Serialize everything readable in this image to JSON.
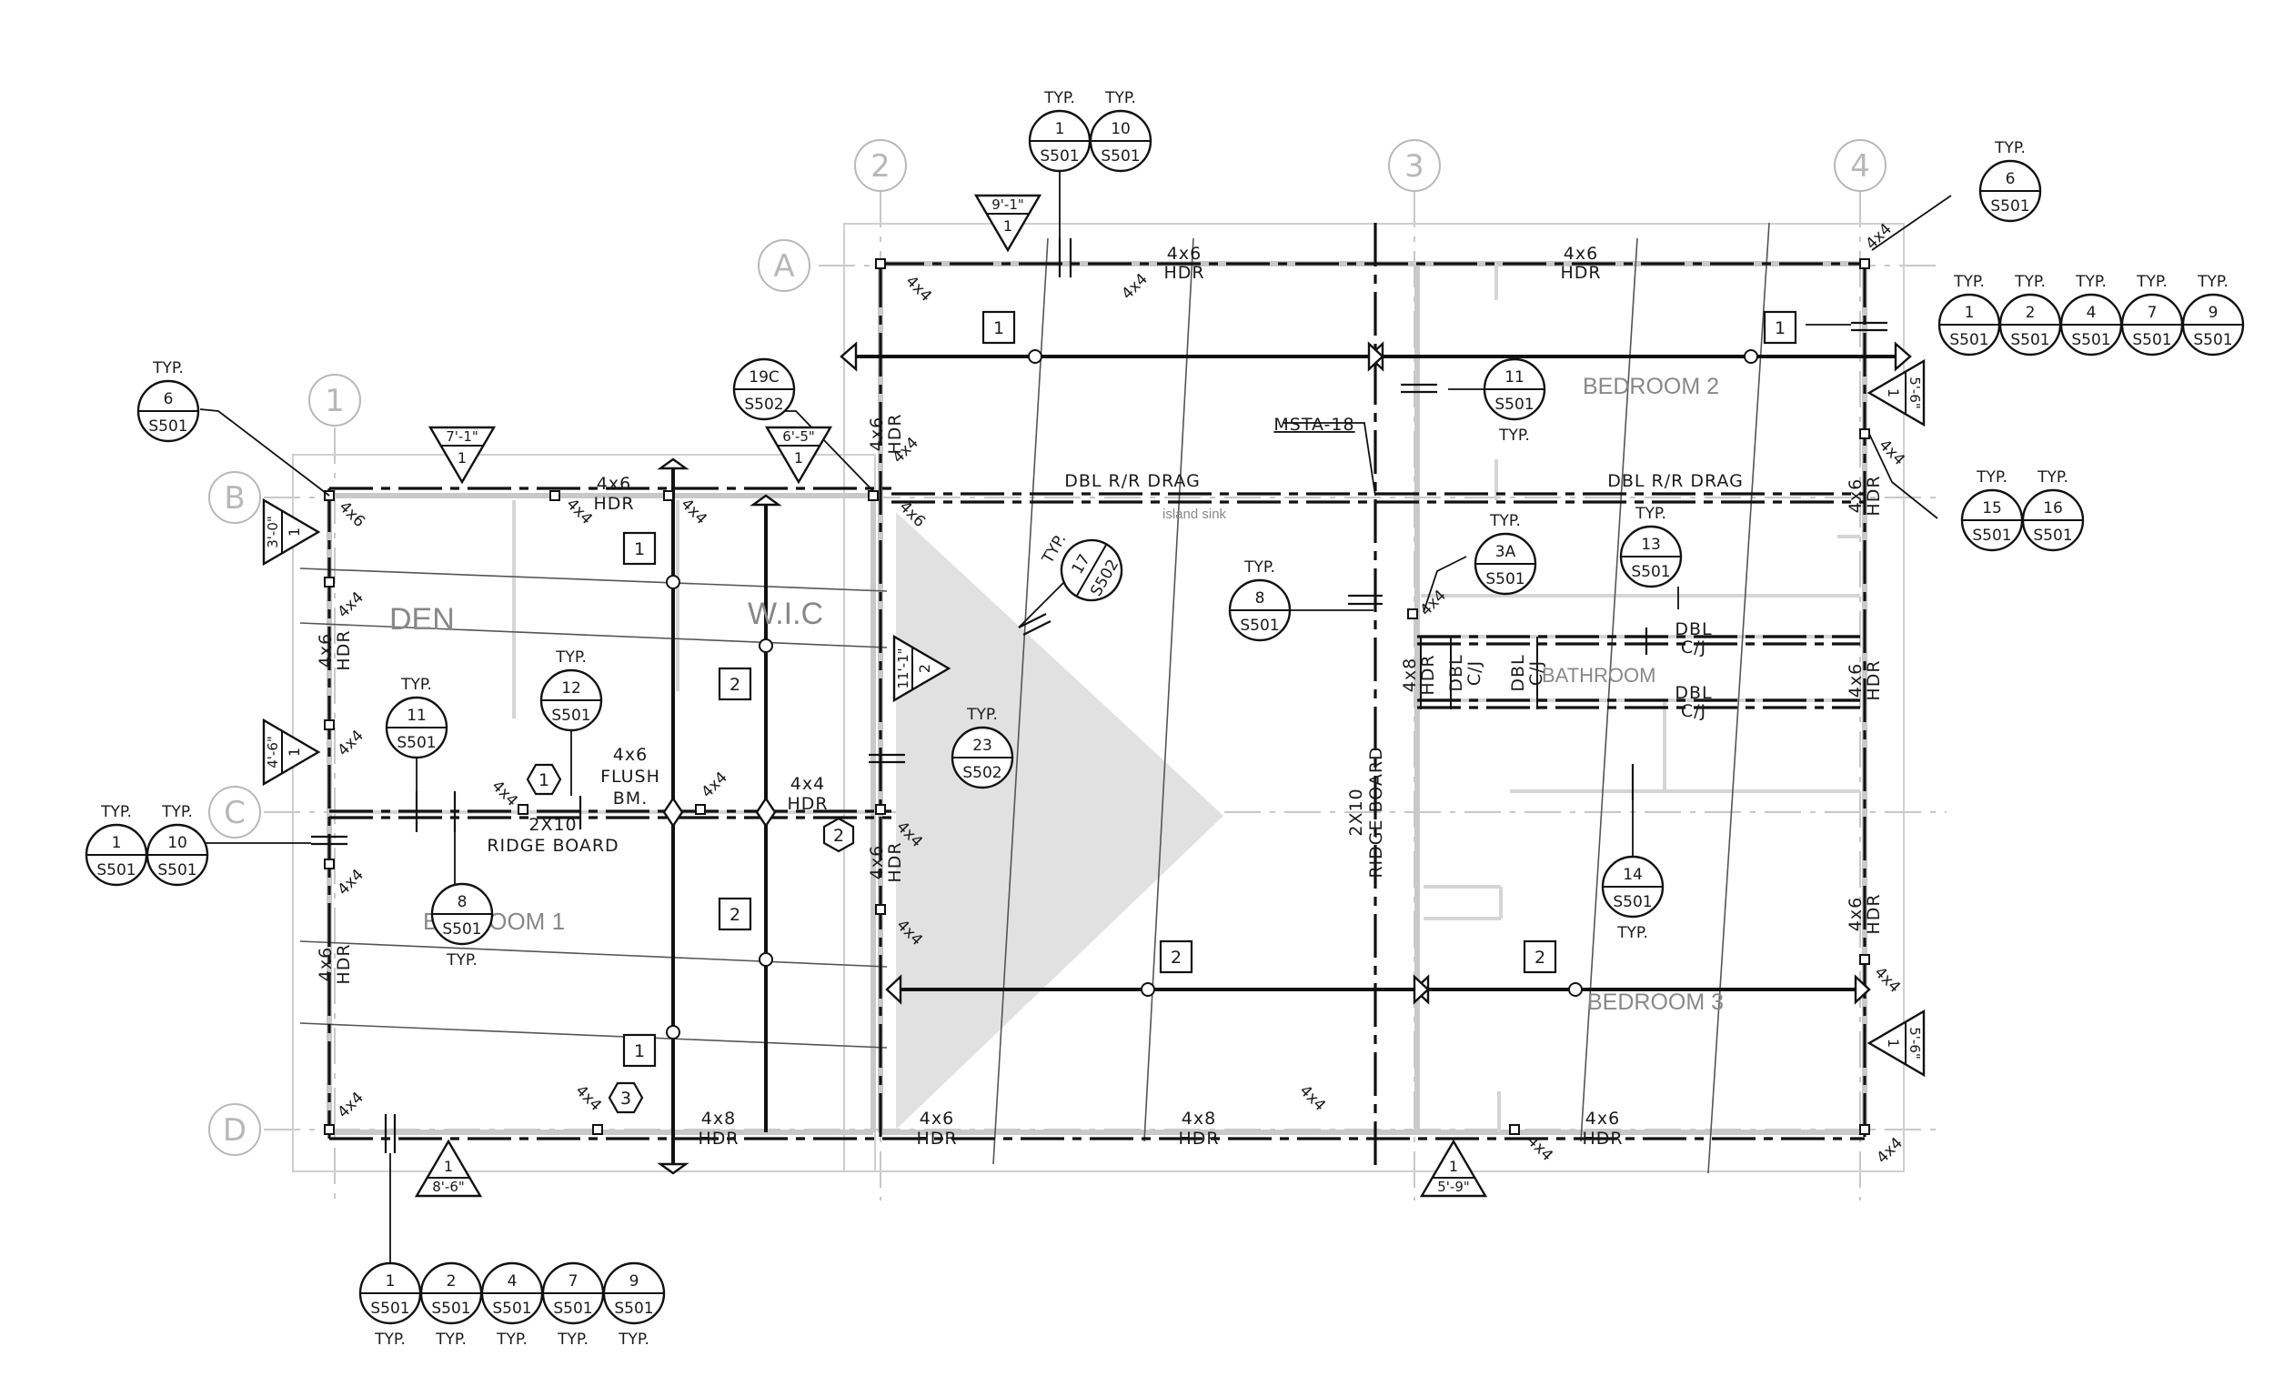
{
  "grid": {
    "columns": [
      "1",
      "2",
      "3",
      "4"
    ],
    "rows": [
      "A",
      "B",
      "C",
      "D"
    ]
  },
  "rooms": {
    "den": "DEN",
    "wic": "W.I.C",
    "bedroom1": "BEDROOM 1",
    "bedroom2": "BEDROOM 2",
    "bedroom3": "BEDROOM 3",
    "bathroom": "BATHROOM",
    "note": "island sink"
  },
  "labels": {
    "hdr_4x6": "4x6",
    "hdr": "HDR",
    "hdr_4x4": "4x4",
    "hdr_4x8": "4x8",
    "flush": "4x6",
    "flush2": "FLUSH",
    "flush3": "BM.",
    "ridge_2x10": "2X10",
    "ridge_board": "RIDGE BOARD",
    "dbl_drag": "DBL R/R DRAG",
    "msta": "MSTA-18",
    "dbl": "DBL",
    "cj": "C/J",
    "typ": "TYP.",
    "post_4x4": "4x4",
    "post_4x6": "4x6"
  },
  "callouts": {
    "sheet_s501": "S501",
    "sheet_s502": "S502",
    "n1": "1",
    "n2": "2",
    "n3A": "3A",
    "n4": "4",
    "n6": "6",
    "n7": "7",
    "n8": "8",
    "n9": "9",
    "n10": "10",
    "n11": "11",
    "n12": "12",
    "n13": "13",
    "n14": "14",
    "n15": "15",
    "n16": "16",
    "n17": "17",
    "n19C": "19C",
    "n23": "23"
  },
  "elevations": {
    "e1": "9'-1\"",
    "e2": "7'-1\"",
    "e3": "6'-5\"",
    "e4": "3'-0\"",
    "e5": "4'-6\"",
    "e6": "11'-1\"",
    "e7": "5'-6\"",
    "e8": "5'-6\"",
    "e9": "8'-6\"",
    "e10": "5'-9\"",
    "one": "1",
    "two": "2"
  },
  "marks": {
    "one": "1",
    "two": "2",
    "three": "3"
  }
}
